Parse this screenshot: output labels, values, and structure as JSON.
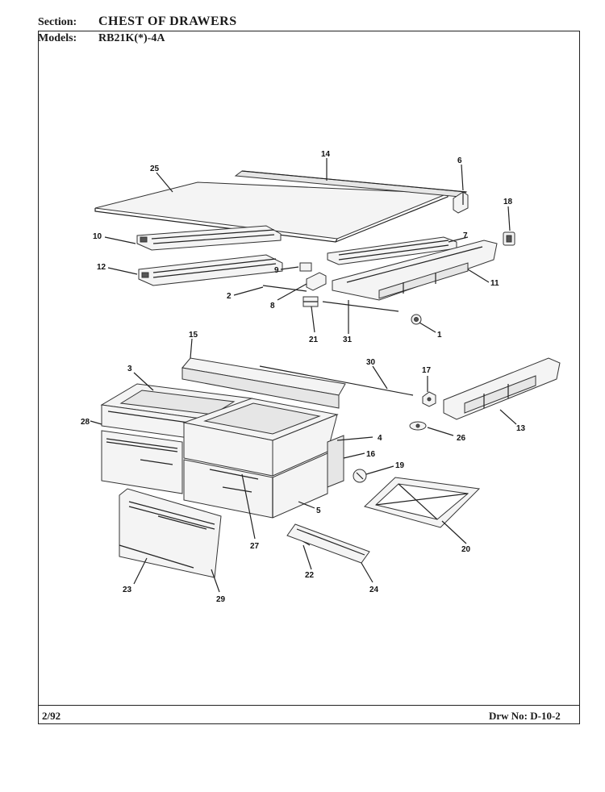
{
  "header": {
    "section_label": "Section:",
    "section_value": "CHEST OF DRAWERS",
    "models_label": "Models:",
    "models_value": "RB21K(*)-4A"
  },
  "footer": {
    "date": "2/92",
    "drawing_number": "Drw No: D-10-2"
  },
  "parts": [
    {
      "id": "p1",
      "label": "1"
    },
    {
      "id": "p2",
      "label": "2"
    },
    {
      "id": "p3",
      "label": "3"
    },
    {
      "id": "p4",
      "label": "4"
    },
    {
      "id": "p5",
      "label": "5"
    },
    {
      "id": "p6",
      "label": "6"
    },
    {
      "id": "p7",
      "label": "7"
    },
    {
      "id": "p8",
      "label": "8"
    },
    {
      "id": "p9",
      "label": "9"
    },
    {
      "id": "p10",
      "label": "10"
    },
    {
      "id": "p11",
      "label": "11"
    },
    {
      "id": "p12",
      "label": "12"
    },
    {
      "id": "p13",
      "label": "13"
    },
    {
      "id": "p14",
      "label": "14"
    },
    {
      "id": "p15",
      "label": "15"
    },
    {
      "id": "p16",
      "label": "16"
    },
    {
      "id": "p17",
      "label": "17"
    },
    {
      "id": "p18",
      "label": "18"
    },
    {
      "id": "p19",
      "label": "19"
    },
    {
      "id": "p20",
      "label": "20"
    },
    {
      "id": "p21",
      "label": "21"
    },
    {
      "id": "p22",
      "label": "22"
    },
    {
      "id": "p23",
      "label": "23"
    },
    {
      "id": "p24",
      "label": "24"
    },
    {
      "id": "p25",
      "label": "25"
    },
    {
      "id": "p26",
      "label": "26"
    },
    {
      "id": "p27",
      "label": "27"
    },
    {
      "id": "p28",
      "label": "28"
    },
    {
      "id": "p29",
      "label": "29"
    },
    {
      "id": "p30",
      "label": "30"
    },
    {
      "id": "p31",
      "label": "31"
    }
  ]
}
